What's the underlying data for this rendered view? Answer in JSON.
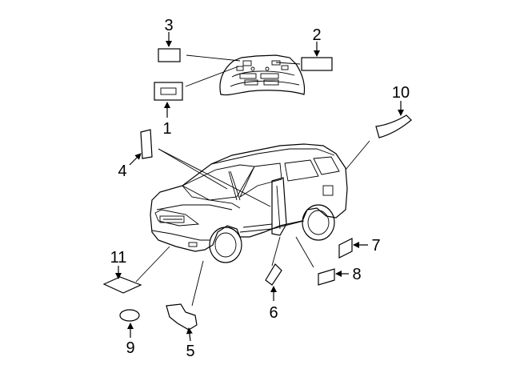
{
  "diagram": {
    "colors": {
      "line": "#000000",
      "background": "#ffffff"
    },
    "callouts": [
      {
        "id": "1",
        "text": "1"
      },
      {
        "id": "2",
        "text": "2"
      },
      {
        "id": "3",
        "text": "3"
      },
      {
        "id": "4",
        "text": "4"
      },
      {
        "id": "5",
        "text": "5"
      },
      {
        "id": "6",
        "text": "6"
      },
      {
        "id": "7",
        "text": "7"
      },
      {
        "id": "8",
        "text": "8"
      },
      {
        "id": "9",
        "text": "9"
      },
      {
        "id": "10",
        "text": "10"
      },
      {
        "id": "11",
        "text": "11"
      }
    ]
  }
}
